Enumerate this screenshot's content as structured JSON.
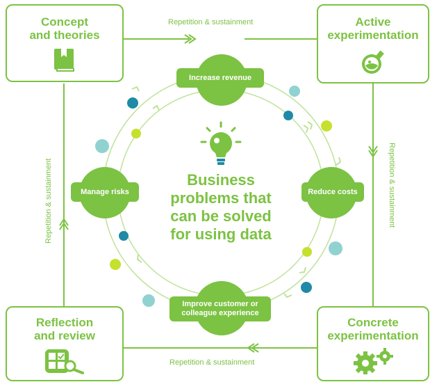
{
  "boxes": {
    "concept": "Concept\nand theories",
    "active": "Active\nexperimentation",
    "reflection": "Reflection\nand review",
    "concrete": "Concrete\nexperimentation"
  },
  "cycle": {
    "top": "Increase revenue",
    "right": "Reduce costs",
    "bottom": "Improve customer or\ncolleague experience",
    "left": "Manage risks"
  },
  "center": "Business\nproblems that\ncan be solved\nfor using data",
  "edge_labels": {
    "top": "Repetition & sustainment",
    "right": "Repetition & sustainment",
    "bottom": "Repetition & sustainment",
    "left": "Repetition & sustainment"
  },
  "colors": {
    "green": "#7cc243",
    "teal": "#1e8aa6",
    "aqua": "#90d2d0",
    "lime": "#c6e02e"
  },
  "icons": [
    "book-icon",
    "flask-icon",
    "checklist-search-icon",
    "gears-icon",
    "lightbulb-icon"
  ]
}
